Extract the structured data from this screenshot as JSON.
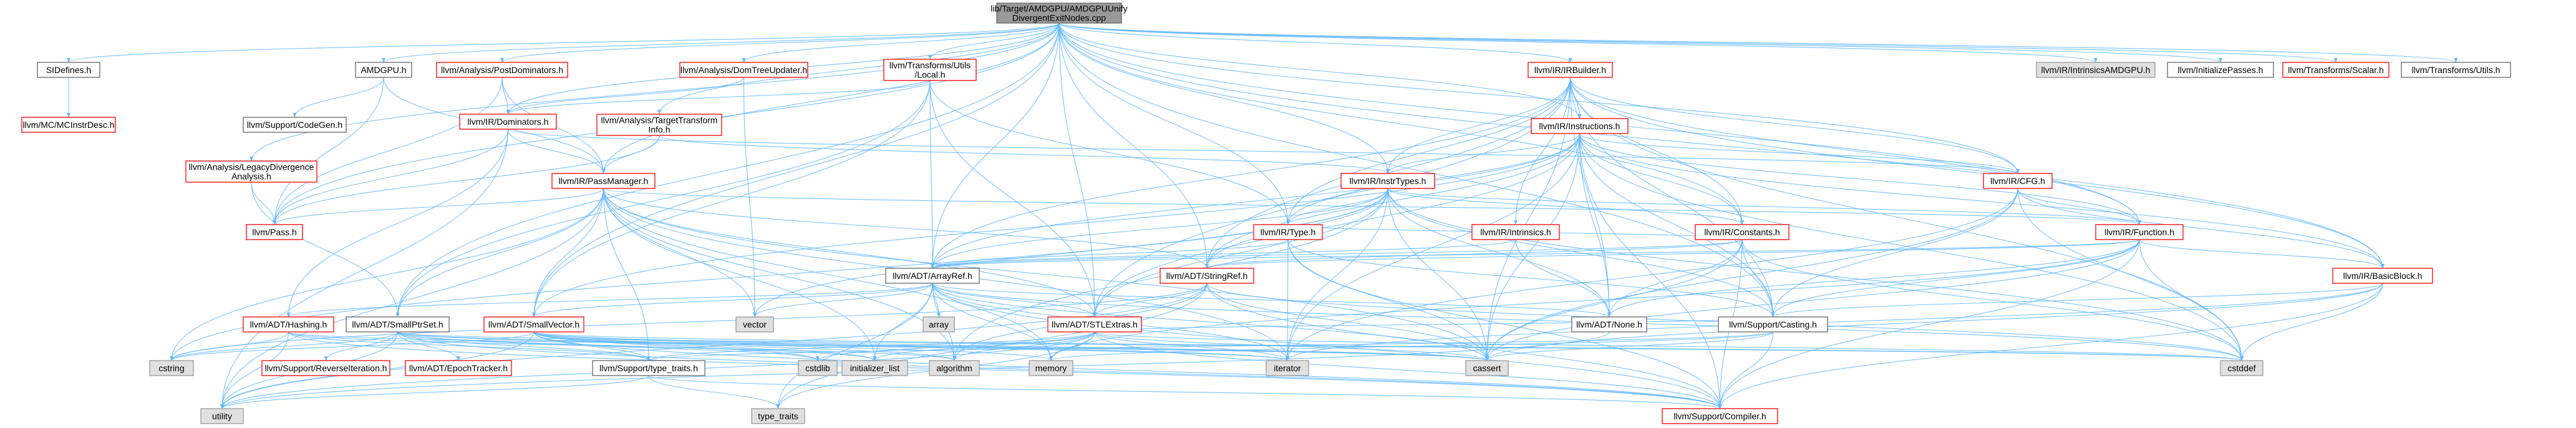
{
  "colors": {
    "root_fill": "#999999",
    "root_border": "#666666",
    "red_border": "#ff0000",
    "black_border": "#666666",
    "gray_fill": "#e0e0e0",
    "gray_border": "#999999",
    "edge": "#63b8ff"
  },
  "nodes": [
    {
      "id": "root",
      "lines": [
        "lib/Target/AMDGPU/AMDGPUUnify",
        "DivergentExitNodes.cpp"
      ],
      "style": "root"
    },
    {
      "id": "sidefines",
      "lines": [
        "SIDefines.h"
      ],
      "style": "black"
    },
    {
      "id": "mcinstrdesc",
      "lines": [
        "llvm/MC/MCInstrDesc.h"
      ],
      "style": "red"
    },
    {
      "id": "amdgpuh",
      "lines": [
        "AMDGPU.h"
      ],
      "style": "black"
    },
    {
      "id": "codegen",
      "lines": [
        "llvm/Support/CodeGen.h"
      ],
      "style": "black"
    },
    {
      "id": "postdom",
      "lines": [
        "llvm/Analysis/PostDominators.h"
      ],
      "style": "red"
    },
    {
      "id": "domtreeupd",
      "lines": [
        "llvm/Analysis/DomTreeUpdater.h"
      ],
      "style": "red"
    },
    {
      "id": "transutilslocal",
      "lines": [
        "llvm/Transforms/Utils",
        "/Local.h"
      ],
      "style": "red"
    },
    {
      "id": "dominators",
      "lines": [
        "llvm/IR/Dominators.h"
      ],
      "style": "red"
    },
    {
      "id": "targettransform",
      "lines": [
        "llvm/Analysis/TargetTransform",
        "Info.h"
      ],
      "style": "red"
    },
    {
      "id": "legacydiv",
      "lines": [
        "llvm/Analysis/LegacyDivergence",
        "Analysis.h"
      ],
      "style": "red"
    },
    {
      "id": "passmanager",
      "lines": [
        "llvm/IR/PassManager.h"
      ],
      "style": "red"
    },
    {
      "id": "pass",
      "lines": [
        "llvm/Pass.h"
      ],
      "style": "red"
    },
    {
      "id": "irbuilder",
      "lines": [
        "llvm/IR/IRBuilder.h"
      ],
      "style": "red"
    },
    {
      "id": "instructions",
      "lines": [
        "llvm/IR/Instructions.h"
      ],
      "style": "red"
    },
    {
      "id": "instrtypes",
      "lines": [
        "llvm/IR/InstrTypes.h"
      ],
      "style": "red"
    },
    {
      "id": "type",
      "lines": [
        "llvm/IR/Type.h"
      ],
      "style": "red"
    },
    {
      "id": "intrinsics",
      "lines": [
        "llvm/IR/Intrinsics.h"
      ],
      "style": "red"
    },
    {
      "id": "constants",
      "lines": [
        "llvm/IR/Constants.h"
      ],
      "style": "red"
    },
    {
      "id": "cfg",
      "lines": [
        "llvm/IR/CFG.h"
      ],
      "style": "red"
    },
    {
      "id": "function",
      "lines": [
        "llvm/IR/Function.h"
      ],
      "style": "red"
    },
    {
      "id": "basicblock",
      "lines": [
        "llvm/IR/BasicBlock.h"
      ],
      "style": "red"
    },
    {
      "id": "intrinsicsamdgpu",
      "lines": [
        "llvm/IR/IntrinsicsAMDGPU.h"
      ],
      "style": "gray"
    },
    {
      "id": "initpasses",
      "lines": [
        "llvm/InitializePasses.h"
      ],
      "style": "black"
    },
    {
      "id": "scalar",
      "lines": [
        "llvm/Transforms/Scalar.h"
      ],
      "style": "red"
    },
    {
      "id": "transutils",
      "lines": [
        "llvm/Transforms/Utils.h"
      ],
      "style": "black"
    },
    {
      "id": "arrayref",
      "lines": [
        "llvm/ADT/ArrayRef.h"
      ],
      "style": "black"
    },
    {
      "id": "stringref",
      "lines": [
        "llvm/ADT/StringRef.h"
      ],
      "style": "red"
    },
    {
      "id": "stlextras",
      "lines": [
        "llvm/ADT/STLExtras.h"
      ],
      "style": "red"
    },
    {
      "id": "hashing",
      "lines": [
        "llvm/ADT/Hashing.h"
      ],
      "style": "red"
    },
    {
      "id": "smallptrset",
      "lines": [
        "llvm/ADT/SmallPtrSet.h"
      ],
      "style": "black"
    },
    {
      "id": "smallvector",
      "lines": [
        "llvm/ADT/SmallVector.h"
      ],
      "style": "red"
    },
    {
      "id": "none",
      "lines": [
        "llvm/ADT/None.h"
      ],
      "style": "black"
    },
    {
      "id": "casting",
      "lines": [
        "llvm/Support/Casting.h"
      ],
      "style": "black"
    },
    {
      "id": "reverseiter",
      "lines": [
        "llvm/Support/ReverseIteration.h"
      ],
      "style": "red"
    },
    {
      "id": "epochtracker",
      "lines": [
        "llvm/ADT/EpochTracker.h"
      ],
      "style": "red"
    },
    {
      "id": "typetraitsllvm",
      "lines": [
        "llvm/Support/type_traits.h"
      ],
      "style": "black"
    },
    {
      "id": "compiler",
      "lines": [
        "llvm/Support/Compiler.h"
      ],
      "style": "red"
    },
    {
      "id": "vector",
      "lines": [
        "vector"
      ],
      "style": "gray"
    },
    {
      "id": "array",
      "lines": [
        "array"
      ],
      "style": "gray"
    },
    {
      "id": "cstring",
      "lines": [
        "cstring"
      ],
      "style": "gray"
    },
    {
      "id": "utility",
      "lines": [
        "utility"
      ],
      "style": "gray"
    },
    {
      "id": "cstdlib",
      "lines": [
        "cstdlib"
      ],
      "style": "gray"
    },
    {
      "id": "initlist",
      "lines": [
        "initializer_list"
      ],
      "style": "gray"
    },
    {
      "id": "algorithm",
      "lines": [
        "algorithm"
      ],
      "style": "gray"
    },
    {
      "id": "memory",
      "lines": [
        "memory"
      ],
      "style": "gray"
    },
    {
      "id": "iterator",
      "lines": [
        "iterator"
      ],
      "style": "gray"
    },
    {
      "id": "cassert",
      "lines": [
        "cassert"
      ],
      "style": "gray"
    },
    {
      "id": "cstddef",
      "lines": [
        "cstddef"
      ],
      "style": "gray"
    },
    {
      "id": "typetraits",
      "lines": [
        "type_traits"
      ],
      "style": "gray"
    }
  ],
  "edges": [
    [
      "root",
      "sidefines"
    ],
    [
      "root",
      "amdgpuh"
    ],
    [
      "root",
      "postdom"
    ],
    [
      "root",
      "domtreeupd"
    ],
    [
      "root",
      "transutilslocal"
    ],
    [
      "root",
      "dominators"
    ],
    [
      "root",
      "targettransform"
    ],
    [
      "root",
      "legacydiv"
    ],
    [
      "root",
      "passmanager"
    ],
    [
      "root",
      "pass"
    ],
    [
      "root",
      "irbuilder"
    ],
    [
      "root",
      "instructions"
    ],
    [
      "root",
      "instrtypes"
    ],
    [
      "root",
      "type"
    ],
    [
      "root",
      "constants"
    ],
    [
      "root",
      "cfg"
    ],
    [
      "root",
      "function"
    ],
    [
      "root",
      "basicblock"
    ],
    [
      "root",
      "intrinsicsamdgpu"
    ],
    [
      "root",
      "initpasses"
    ],
    [
      "root",
      "scalar"
    ],
    [
      "root",
      "transutils"
    ],
    [
      "root",
      "arrayref"
    ],
    [
      "root",
      "stringref"
    ],
    [
      "root",
      "stlextras"
    ],
    [
      "root",
      "smallptrset"
    ],
    [
      "root",
      "smallvector"
    ],
    [
      "root",
      "casting"
    ],
    [
      "sidefines",
      "mcinstrdesc"
    ],
    [
      "amdgpuh",
      "codegen"
    ],
    [
      "amdgpuh",
      "passmanager"
    ],
    [
      "amdgpuh",
      "pass"
    ],
    [
      "postdom",
      "dominators"
    ],
    [
      "postdom",
      "passmanager"
    ],
    [
      "postdom",
      "pass"
    ],
    [
      "domtreeupd",
      "dominators"
    ],
    [
      "domtreeupd",
      "vector"
    ],
    [
      "transutilslocal",
      "arrayref"
    ],
    [
      "transutilslocal",
      "smallptrset"
    ],
    [
      "transutilslocal",
      "smallvector"
    ],
    [
      "transutilslocal",
      "dominators"
    ],
    [
      "transutilslocal",
      "type"
    ],
    [
      "transutilslocal",
      "stlextras"
    ],
    [
      "transutilslocal",
      "cstdint_placeholder"
    ],
    [
      "dominators",
      "passmanager"
    ],
    [
      "dominators",
      "pass"
    ],
    [
      "dominators",
      "cfg"
    ],
    [
      "dominators",
      "hashing"
    ],
    [
      "dominators",
      "utility"
    ],
    [
      "targettransform",
      "passmanager"
    ],
    [
      "targettransform",
      "pass"
    ],
    [
      "targettransform",
      "instrtypes"
    ],
    [
      "legacydiv",
      "pass"
    ],
    [
      "legacydiv",
      "smallptrset"
    ],
    [
      "passmanager",
      "pass"
    ],
    [
      "passmanager",
      "function"
    ],
    [
      "passmanager",
      "smallptrset"
    ],
    [
      "passmanager",
      "smallvector"
    ],
    [
      "passmanager",
      "stringref"
    ],
    [
      "passmanager",
      "stlextras"
    ],
    [
      "passmanager",
      "typetraitsllvm"
    ],
    [
      "passmanager",
      "vector"
    ],
    [
      "passmanager",
      "cassert"
    ],
    [
      "passmanager",
      "cstring"
    ],
    [
      "passmanager",
      "iterator"
    ],
    [
      "passmanager",
      "memory"
    ],
    [
      "passmanager",
      "utility"
    ],
    [
      "passmanager",
      "algorithm"
    ],
    [
      "passmanager",
      "initlist"
    ],
    [
      "irbuilder",
      "instructions"
    ],
    [
      "irbuilder",
      "instrtypes"
    ],
    [
      "irbuilder",
      "type"
    ],
    [
      "irbuilder",
      "constants"
    ],
    [
      "irbuilder",
      "function"
    ],
    [
      "irbuilder",
      "basicblock"
    ],
    [
      "irbuilder",
      "arrayref"
    ],
    [
      "irbuilder",
      "stringref"
    ],
    [
      "irbuilder",
      "stlextras"
    ],
    [
      "irbuilder",
      "none"
    ],
    [
      "irbuilder",
      "casting"
    ],
    [
      "irbuilder",
      "cassert"
    ],
    [
      "irbuilder",
      "cstddef"
    ],
    [
      "irbuilder",
      "cstdint_placeholder"
    ],
    [
      "irbuilder",
      "intrinsics"
    ],
    [
      "irbuilder",
      "cfg"
    ],
    [
      "instructions",
      "instrtypes"
    ],
    [
      "instructions",
      "type"
    ],
    [
      "instructions",
      "constants"
    ],
    [
      "instructions",
      "function"
    ],
    [
      "instructions",
      "basicblock"
    ],
    [
      "instructions",
      "cfg"
    ],
    [
      "instructions",
      "arrayref"
    ],
    [
      "instructions",
      "stringref"
    ],
    [
      "instructions",
      "stlextras"
    ],
    [
      "instructions",
      "none"
    ],
    [
      "instructions",
      "casting"
    ],
    [
      "instructions",
      "iterator"
    ],
    [
      "instructions",
      "cassert"
    ],
    [
      "instructions",
      "cstddef"
    ],
    [
      "instructions",
      "smallvector"
    ],
    [
      "instructions",
      "compiler"
    ],
    [
      "instrtypes",
      "type"
    ],
    [
      "instrtypes",
      "constants"
    ],
    [
      "instrtypes",
      "function"
    ],
    [
      "instrtypes",
      "arrayref"
    ],
    [
      "instrtypes",
      "stringref"
    ],
    [
      "instrtypes",
      "stlextras"
    ],
    [
      "instrtypes",
      "none"
    ],
    [
      "instrtypes",
      "casting"
    ],
    [
      "instrtypes",
      "iterator"
    ],
    [
      "instrtypes",
      "cassert"
    ],
    [
      "instrtypes",
      "cstddef"
    ],
    [
      "instrtypes",
      "algorithm"
    ],
    [
      "instrtypes",
      "vector"
    ],
    [
      "instrtypes",
      "cstring"
    ],
    [
      "type",
      "arrayref"
    ],
    [
      "type",
      "casting"
    ],
    [
      "type",
      "compiler"
    ],
    [
      "type",
      "cassert"
    ],
    [
      "type",
      "iterator"
    ],
    [
      "intrinsics",
      "arrayref"
    ],
    [
      "intrinsics",
      "none"
    ],
    [
      "intrinsics",
      "string_placeholder"
    ],
    [
      "constants",
      "arrayref"
    ],
    [
      "constants",
      "stringref"
    ],
    [
      "constants",
      "none"
    ],
    [
      "constants",
      "casting"
    ],
    [
      "constants",
      "compiler"
    ],
    [
      "constants",
      "cassert"
    ],
    [
      "constants",
      "cstddef"
    ],
    [
      "constants",
      "type"
    ],
    [
      "cfg",
      "function"
    ],
    [
      "cfg",
      "basicblock"
    ],
    [
      "cfg",
      "casting"
    ],
    [
      "cfg",
      "iterator"
    ],
    [
      "cfg",
      "cassert"
    ],
    [
      "cfg",
      "cstddef"
    ],
    [
      "function",
      "basicblock"
    ],
    [
      "function",
      "arrayref"
    ],
    [
      "function",
      "stringref"
    ],
    [
      "function",
      "casting"
    ],
    [
      "function",
      "compiler"
    ],
    [
      "function",
      "cassert"
    ],
    [
      "function",
      "cstddef"
    ],
    [
      "function",
      "memory"
    ],
    [
      "function",
      "none"
    ],
    [
      "basicblock",
      "casting"
    ],
    [
      "basicblock",
      "compiler"
    ],
    [
      "basicblock",
      "cassert"
    ],
    [
      "basicblock",
      "cstddef"
    ],
    [
      "basicblock",
      "iterator"
    ],
    [
      "arrayref",
      "hashing"
    ],
    [
      "arrayref",
      "none"
    ],
    [
      "arrayref",
      "smallvector"
    ],
    [
      "arrayref",
      "stlextras"
    ],
    [
      "arrayref",
      "compiler"
    ],
    [
      "arrayref",
      "algorithm"
    ],
    [
      "arrayref",
      "array"
    ],
    [
      "arrayref",
      "cassert"
    ],
    [
      "arrayref",
      "cstddef"
    ],
    [
      "arrayref",
      "initlist"
    ],
    [
      "arrayref",
      "iterator"
    ],
    [
      "arrayref",
      "memory"
    ],
    [
      "arrayref",
      "typetraits"
    ],
    [
      "arrayref",
      "vector"
    ],
    [
      "stringref",
      "stlextras"
    ],
    [
      "stringref",
      "compiler"
    ],
    [
      "stringref",
      "algorithm"
    ],
    [
      "stringref",
      "cassert"
    ],
    [
      "stringref",
      "cstddef"
    ],
    [
      "stringref",
      "cstring"
    ],
    [
      "stringref",
      "limits_placeholder"
    ],
    [
      "stringref",
      "typetraits"
    ],
    [
      "stringref",
      "utility"
    ],
    [
      "stlextras",
      "casting"
    ],
    [
      "stlextras",
      "compiler"
    ],
    [
      "stlextras",
      "algorithm"
    ],
    [
      "stlextras",
      "cassert"
    ],
    [
      "stlextras",
      "cstddef"
    ],
    [
      "stlextras",
      "cstdlib"
    ],
    [
      "stlextras",
      "initlist"
    ],
    [
      "stlextras",
      "iterator"
    ],
    [
      "stlextras",
      "memory"
    ],
    [
      "stlextras",
      "typetraits"
    ],
    [
      "stlextras",
      "utility"
    ],
    [
      "stlextras",
      "typetraitsllvm"
    ],
    [
      "hashing",
      "typetraitsllvm"
    ],
    [
      "hashing",
      "compiler"
    ],
    [
      "hashing",
      "algorithm"
    ],
    [
      "hashing",
      "cassert"
    ],
    [
      "hashing",
      "cstring"
    ],
    [
      "hashing",
      "utility"
    ],
    [
      "smallptrset",
      "reverseiter"
    ],
    [
      "smallptrset",
      "epochtracker"
    ],
    [
      "smallptrset",
      "typetraitsllvm"
    ],
    [
      "smallptrset",
      "compiler"
    ],
    [
      "smallptrset",
      "cassert"
    ],
    [
      "smallptrset",
      "cstddef"
    ],
    [
      "smallptrset",
      "cstdlib"
    ],
    [
      "smallptrset",
      "cstring"
    ],
    [
      "smallptrset",
      "initlist"
    ],
    [
      "smallptrset",
      "iterator"
    ],
    [
      "smallptrset",
      "utility"
    ],
    [
      "smallvector",
      "typetraitsllvm"
    ],
    [
      "smallvector",
      "compiler"
    ],
    [
      "smallvector",
      "algorithm"
    ],
    [
      "smallvector",
      "cassert"
    ],
    [
      "smallvector",
      "cstddef"
    ],
    [
      "smallvector",
      "cstdlib"
    ],
    [
      "smallvector",
      "cstring"
    ],
    [
      "smallvector",
      "initlist"
    ],
    [
      "smallvector",
      "iterator"
    ],
    [
      "smallvector",
      "memory"
    ],
    [
      "smallvector",
      "utility"
    ],
    [
      "casting",
      "typetraitsllvm"
    ],
    [
      "casting",
      "compiler"
    ],
    [
      "casting",
      "cassert"
    ],
    [
      "casting",
      "memory"
    ],
    [
      "typetraitsllvm",
      "typetraits"
    ],
    [
      "typetraitsllvm",
      "utility"
    ],
    [
      "typetraitsllvm",
      "compiler"
    ],
    [
      "none",
      "utility"
    ]
  ]
}
